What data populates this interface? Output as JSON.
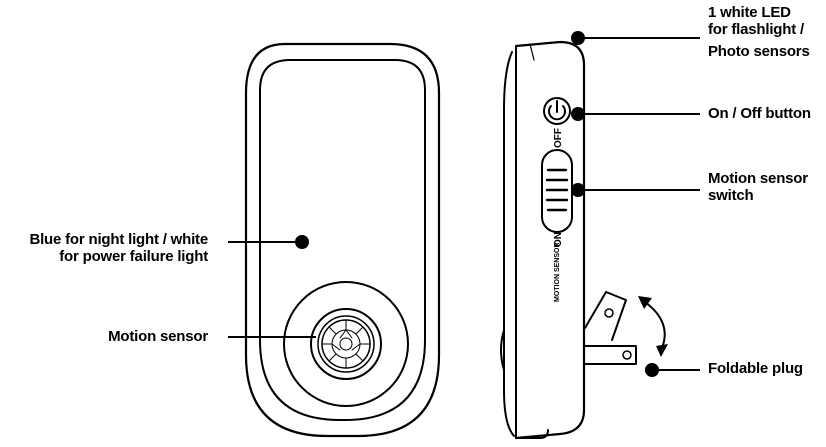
{
  "device_labels": {
    "off": "OFF",
    "on": "ON",
    "motion_sensor": "MOTION SENSOR"
  },
  "callouts": {
    "led": [
      "1 white LED",
      "for flashlight /",
      "Photo sensors"
    ],
    "power_button": [
      "On / Off button"
    ],
    "motion_switch": [
      "Motion sensor",
      "switch"
    ],
    "foldable_plug": [
      "Foldable plug"
    ],
    "night_light": [
      "Blue for night light / white",
      "for power failure light"
    ],
    "motion_sensor": [
      "Motion sensor"
    ]
  },
  "colors": {
    "ink": "#000000",
    "background": "#ffffff"
  }
}
